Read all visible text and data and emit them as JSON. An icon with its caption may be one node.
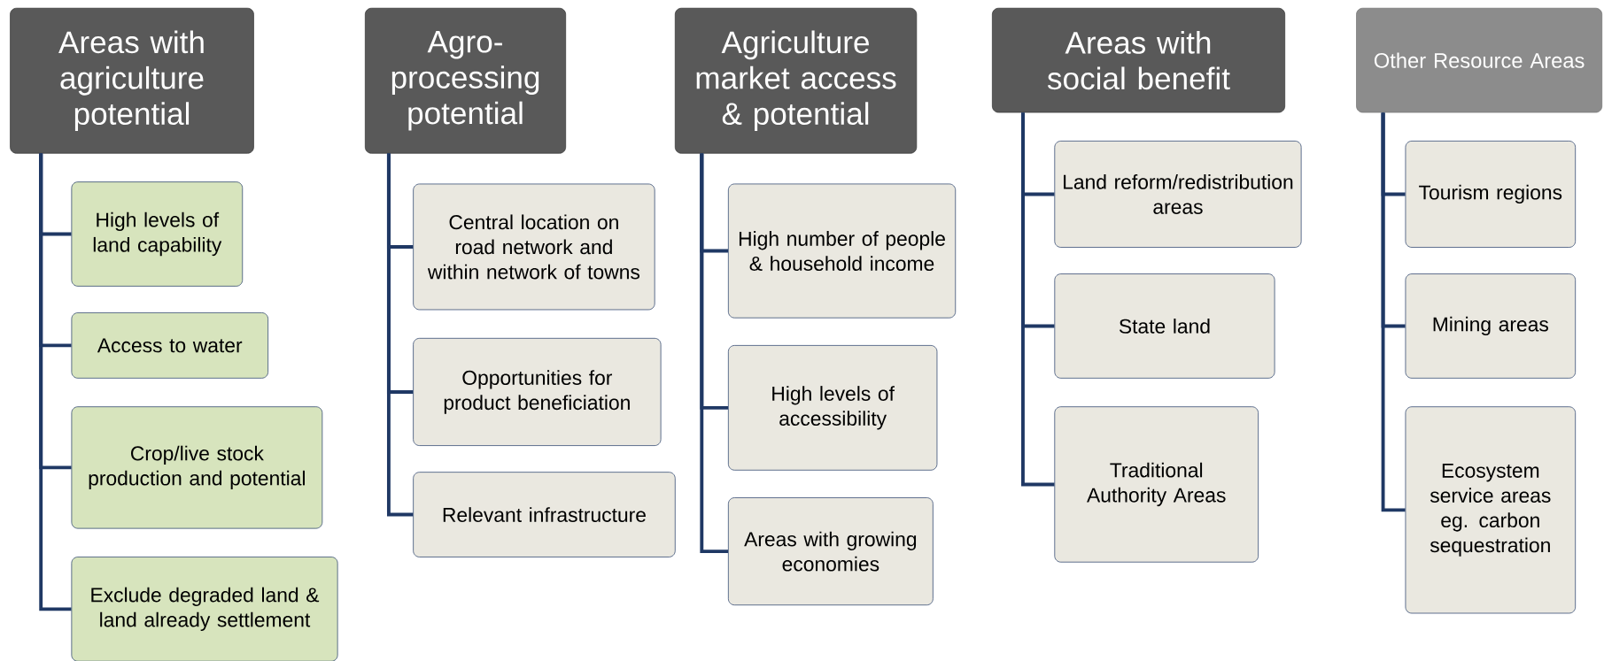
{
  "diagram": {
    "nodes": [
      {
        "text": [
          "Areas with agriculture potential"
        ]
      },
      {
        "text": [
          "High levels  of land capability"
        ]
      },
      {
        "text": [
          "Access to water"
        ]
      },
      {
        "text": [
          "Crop/live stock production and potential"
        ]
      },
      {
        "text": [
          "Exclude degraded land & land already settlement"
        ]
      },
      {
        "text": [
          "Agro-processing potential"
        ]
      },
      {
        "text": [
          "Central location on road network and within network of towns"
        ]
      },
      {
        "text": [
          "Opportunities for product beneficiation"
        ]
      },
      {
        "text": [
          "Relevant infrastructure"
        ]
      },
      {
        "text": [
          "Agriculture market access & potential"
        ]
      },
      {
        "text": [
          "High number of people & household income"
        ]
      },
      {
        "text": [
          "High levels of accessibility"
        ]
      },
      {
        "text": [
          "Areas with growing economies"
        ]
      },
      {
        "text": [
          "Areas with social benefit"
        ]
      },
      {
        "text": [
          "Land reform/redistribution areas"
        ]
      },
      {
        "text": [
          "State land"
        ]
      },
      {
        "text": [
          "Traditional Authority Areas"
        ]
      },
      {
        "text": [
          "Other Resource Areas"
        ]
      },
      {
        "text": [
          "Tourism regions"
        ]
      },
      {
        "text": [
          "Mining areas"
        ]
      },
      {
        "text": [
          "Ecosystem service areas eg. carbon sequestration"
        ]
      }
    ],
    "edges": [
      {
        "from": 0,
        "to": 1,
        "arrow": "none"
      },
      {
        "from": 0,
        "to": 2,
        "arrow": "none"
      },
      {
        "from": 0,
        "to": 3,
        "arrow": "none"
      },
      {
        "from": 0,
        "to": 4,
        "arrow": "none"
      },
      {
        "from": 5,
        "to": 6,
        "arrow": "none"
      },
      {
        "from": 5,
        "to": 7,
        "arrow": "none"
      },
      {
        "from": 5,
        "to": 8,
        "arrow": "none"
      },
      {
        "from": 9,
        "to": 10,
        "arrow": "none"
      },
      {
        "from": 9,
        "to": 11,
        "arrow": "none"
      },
      {
        "from": 9,
        "to": 12,
        "arrow": "none"
      },
      {
        "from": 13,
        "to": 14,
        "arrow": "none"
      },
      {
        "from": 13,
        "to": 15,
        "arrow": "none"
      },
      {
        "from": 13,
        "to": 16,
        "arrow": "none"
      },
      {
        "from": 17,
        "to": 18,
        "arrow": "none"
      },
      {
        "from": 17,
        "to": 19,
        "arrow": "none"
      },
      {
        "from": 17,
        "to": 20,
        "arrow": "none"
      }
    ]
  }
}
